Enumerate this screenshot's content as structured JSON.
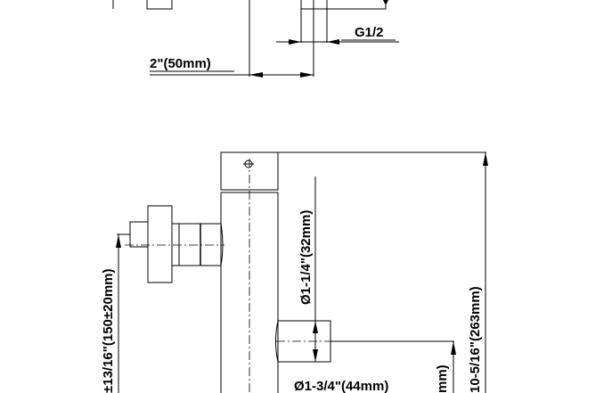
{
  "dimensions": {
    "thread": "G1/2",
    "offset": "2\"(50mm)",
    "tube_diameter": "Ø1-1/4\"(32mm)",
    "total_height": "10-5/16\"(263mm)",
    "inlet_height": "±13/16\"(150±20mm)",
    "outlet_diameter": "Ø1-3/4\"(44mm)",
    "outlet_height_partial": "mm)"
  }
}
